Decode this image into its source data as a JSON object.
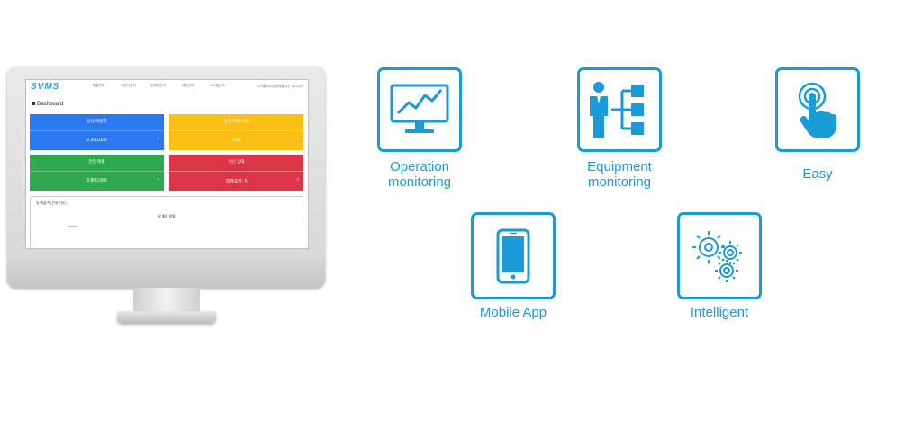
{
  "app": {
    "logo": "SVMS",
    "menu": [
      "매출관리",
      "자판기관리",
      "판매처관리",
      "재공관리",
      "시스템관리"
    ],
    "system_info": "시스템관리자님 환영합니다 · 로그아웃",
    "page_title": "Dashboard",
    "cards": [
      {
        "title": "당일 매출액",
        "value": "2,300,000",
        "color": "#2b79f0"
      },
      {
        "title": "당일 매출 수량",
        "value": "920",
        "color": "#fbbf13"
      },
      {
        "title": "전일 매출",
        "value": "3,800,000",
        "color": "#2fa84f"
      },
      {
        "title": "머신 상태",
        "value": "점검요망: 6",
        "color": "#dc3545"
      }
    ],
    "panel": {
      "header": "일 매출액 (전일 기준)",
      "chart_title": "일 매출 현황",
      "y_value": "200000"
    }
  },
  "features": [
    {
      "label": "Operation\nmonitoring",
      "icon": "monitor-chart-icon"
    },
    {
      "label": "Equipment\nmonitoring",
      "icon": "person-hierarchy-icon"
    },
    {
      "label": "Easy",
      "icon": "touch-hand-icon"
    },
    {
      "label": "Mobile App",
      "icon": "smartphone-icon"
    },
    {
      "label": "Intelligent",
      "icon": "gears-icon"
    }
  ],
  "colors": {
    "accent": "#1a9ad6"
  }
}
